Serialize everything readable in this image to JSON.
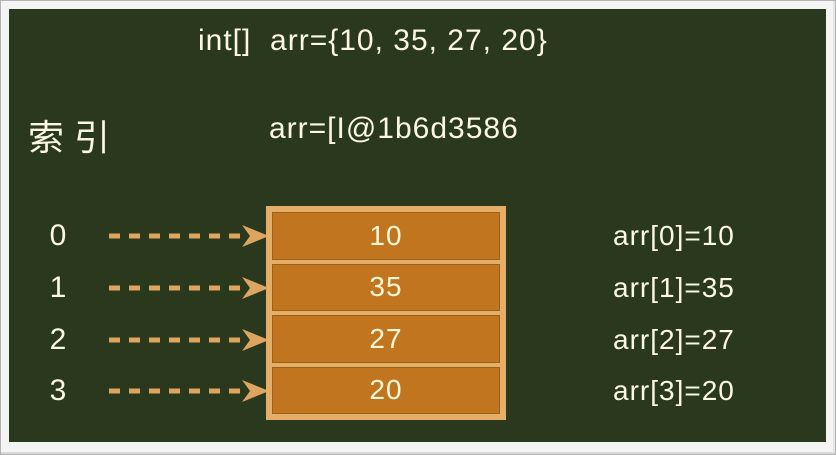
{
  "title": "int[]  arr={10, 35, 27, 20}",
  "reference": "arr=[I@1b6d3586",
  "index_label": "索引",
  "array": {
    "rows": [
      {
        "index": "0",
        "value": "10",
        "label": "arr[0]=10"
      },
      {
        "index": "1",
        "value": "35",
        "label": "arr[1]=35"
      },
      {
        "index": "2",
        "value": "27",
        "label": "arr[2]=27"
      },
      {
        "index": "3",
        "value": "20",
        "label": "arr[3]=20"
      }
    ]
  },
  "colors": {
    "board_background": "#2a381d",
    "text_cream": "#fbf7e0",
    "cell_fill": "#c1751f",
    "box_border_tan": "#e4ad68",
    "arrow_tan": "#dda55f",
    "frame_background": "#f4f4f4",
    "frame_border": "#b2b2b2"
  }
}
